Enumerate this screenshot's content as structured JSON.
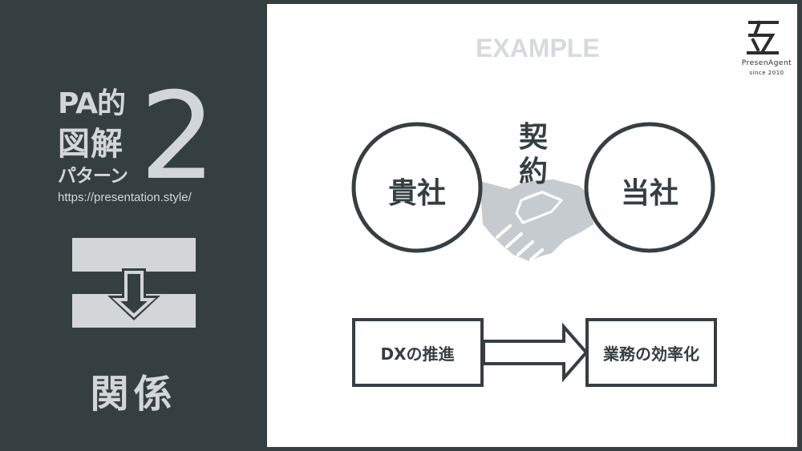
{
  "sidebar": {
    "title_lines": [
      "PA的",
      "図解",
      "パターン"
    ],
    "pattern_number": "2",
    "url": "https://presentation.style/",
    "pattern_icon": "divided-box-with-down-arrow-icon",
    "pattern_name": "関係"
  },
  "slide": {
    "example_label": "EXAMPLE",
    "brand": {
      "name": "PresenAgent",
      "since": "since 2010",
      "logo_icon": "presenagent-logo-icon"
    },
    "relationship": {
      "left_party": "貴社",
      "right_party": "当社",
      "connector_label": "契約",
      "connector_icon": "handshake-icon"
    },
    "flow": {
      "cause": "DXの推進",
      "effect": "業務の効率化",
      "arrow_icon": "right-arrow-icon"
    }
  },
  "colors": {
    "dark": "#353f41",
    "light_text": "#d3d6d8",
    "handshake": "#c5cbcf",
    "example": "#d7dadd"
  }
}
